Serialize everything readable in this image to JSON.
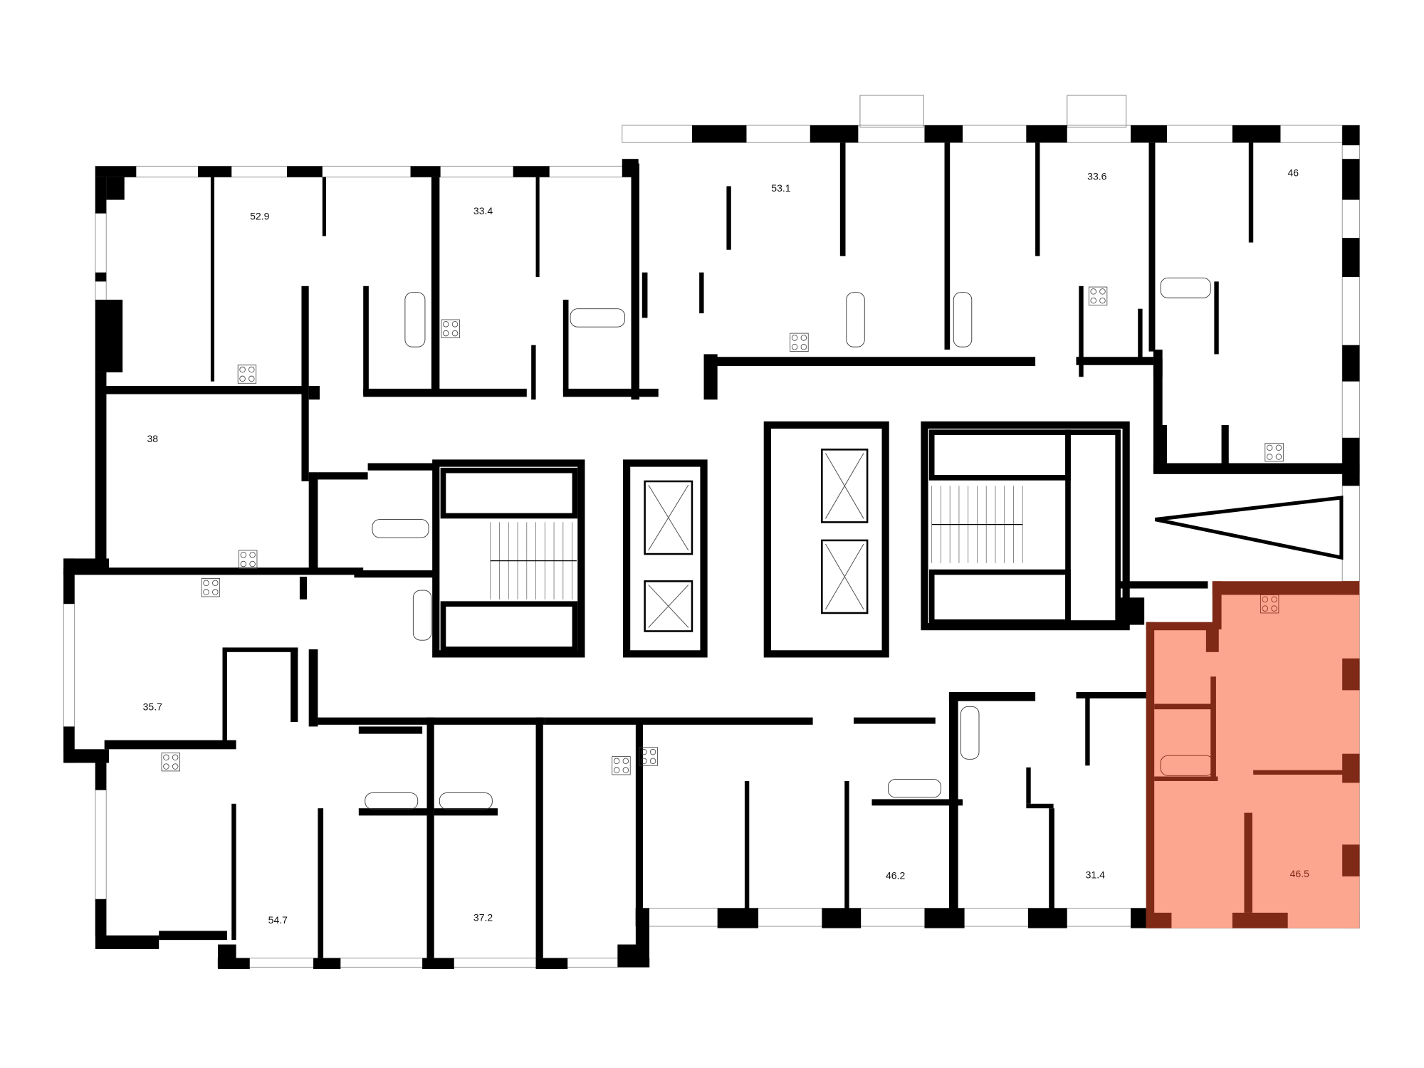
{
  "plan": {
    "apartments": [
      {
        "area": "52.9",
        "selected": false
      },
      {
        "area": "33.4",
        "selected": false
      },
      {
        "area": "53.1",
        "selected": false
      },
      {
        "area": "33.6",
        "selected": false
      },
      {
        "area": "46",
        "selected": false
      },
      {
        "area": "38",
        "selected": false
      },
      {
        "area": "35.7",
        "selected": false
      },
      {
        "area": "54.7",
        "selected": false
      },
      {
        "area": "37.2",
        "selected": false
      },
      {
        "area": "46.2",
        "selected": false
      },
      {
        "area": "31.4",
        "selected": false
      },
      {
        "area": "46.5",
        "selected": true
      }
    ]
  },
  "colors": {
    "wall": "#000000",
    "selected_fill": "#FCA58F",
    "selected_wall": "#7F2A16",
    "background": "#FFFFFF"
  }
}
